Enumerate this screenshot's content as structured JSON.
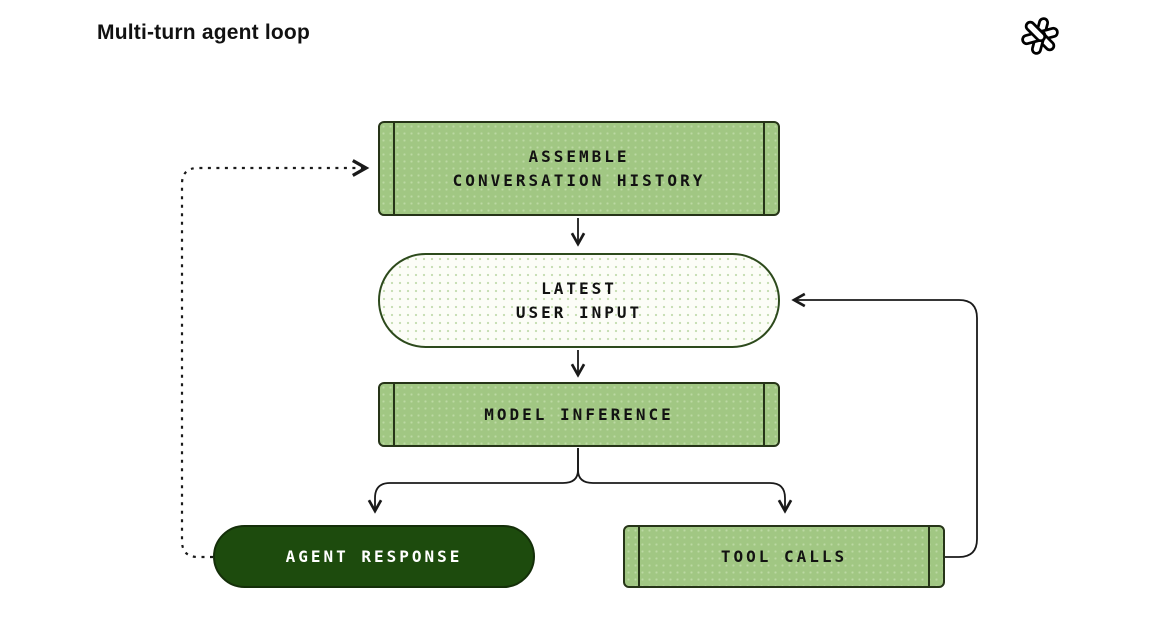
{
  "header": {
    "title": "Multi-turn agent loop",
    "logo": "openai-logo"
  },
  "colors": {
    "background": "#ffffff",
    "box_green_fill": "#a1c783",
    "box_green_dots": "#bcd9a3",
    "box_border_dark": "#263418",
    "stadium_light_fill": "#fcfdf7",
    "stadium_light_dots": "#c9dfb6",
    "stadium_dark_fill": "#1d4b0d",
    "edge_line": "#1a1a1a",
    "text_dark": "#121212",
    "text_light": "#ffffff"
  },
  "diagram": {
    "nodes": [
      {
        "id": "assemble-conversation-history",
        "shape": "subroutine",
        "lines": [
          "ASSEMBLE",
          "CONVERSATION HISTORY"
        ]
      },
      {
        "id": "latest-user-input",
        "shape": "stadium-light",
        "lines": [
          "LATEST",
          "USER INPUT"
        ]
      },
      {
        "id": "model-inference",
        "shape": "subroutine",
        "lines": [
          "MODEL INFERENCE"
        ]
      },
      {
        "id": "agent-response",
        "shape": "stadium-dark",
        "lines": [
          "AGENT RESPONSE"
        ]
      },
      {
        "id": "tool-calls",
        "shape": "subroutine",
        "lines": [
          "TOOL CALLS"
        ]
      }
    ],
    "edges": [
      {
        "from": "assemble-conversation-history",
        "to": "latest-user-input",
        "style": "solid"
      },
      {
        "from": "latest-user-input",
        "to": "model-inference",
        "style": "solid"
      },
      {
        "from": "model-inference",
        "to": "agent-response",
        "style": "solid"
      },
      {
        "from": "model-inference",
        "to": "tool-calls",
        "style": "solid"
      },
      {
        "from": "tool-calls",
        "to": "latest-user-input",
        "style": "solid"
      },
      {
        "from": "agent-response",
        "to": "assemble-conversation-history",
        "style": "dashed"
      }
    ]
  }
}
